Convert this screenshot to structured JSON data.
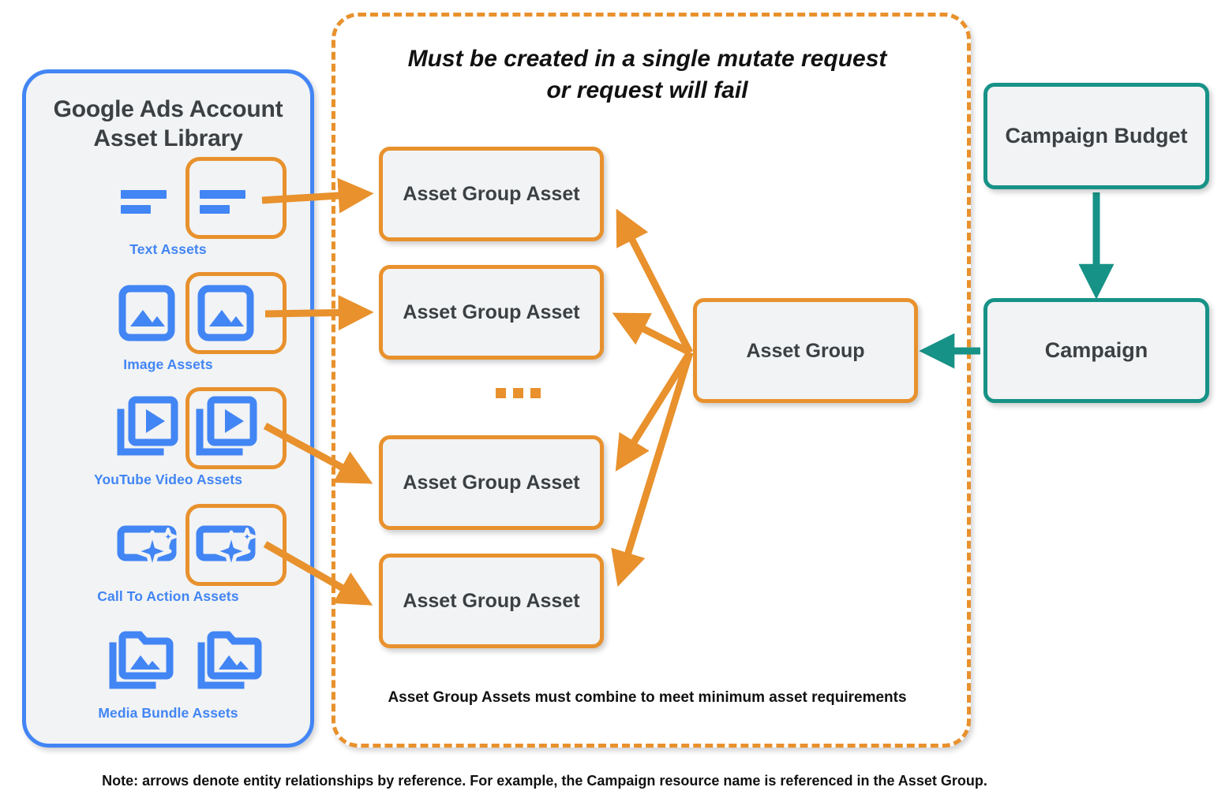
{
  "diagram": {
    "title_note": "Must be created in a single mutate request or request will fail",
    "title_line1": "Must be created in a single mutate request",
    "title_line2": "or request will fail",
    "combine_note": "Asset Group Assets must combine to meet minimum asset requirements",
    "footer_note": "Note: arrows denote entity relationships by reference. For example, the Campaign resource name is referenced in the Asset Group.",
    "ellipsis": "..."
  },
  "colors": {
    "orange": "#E8912D",
    "blue": "#4285F4",
    "teal": "#179287",
    "node_fill": "#f1f3f4",
    "text_dark": "#3c4043"
  },
  "sidebar": {
    "title_line1": "Google Ads Account",
    "title_line2": "Asset Library",
    "assets": [
      {
        "label": "Text Assets",
        "icon": "text-asset-icon",
        "highlighted": true
      },
      {
        "label": "Image Assets",
        "icon": "image-asset-icon",
        "highlighted": true
      },
      {
        "label": "YouTube Video  Assets",
        "icon": "video-asset-icon",
        "highlighted": true
      },
      {
        "label": "Call To Action Assets",
        "icon": "call-to-action-icon",
        "highlighted": true
      },
      {
        "label": "Media Bundle  Assets",
        "icon": "media-bundle-asset-icon",
        "highlighted": false
      }
    ]
  },
  "nodes": {
    "asset_group_assets": [
      {
        "label": "Asset Group Asset"
      },
      {
        "label": "Asset Group Asset"
      },
      {
        "label": "Asset Group Asset"
      },
      {
        "label": "Asset Group Asset"
      }
    ],
    "asset_group": {
      "label": "Asset Group"
    },
    "campaign_budget": {
      "label": "Campaign Budget"
    },
    "campaign": {
      "label": "Campaign"
    }
  }
}
